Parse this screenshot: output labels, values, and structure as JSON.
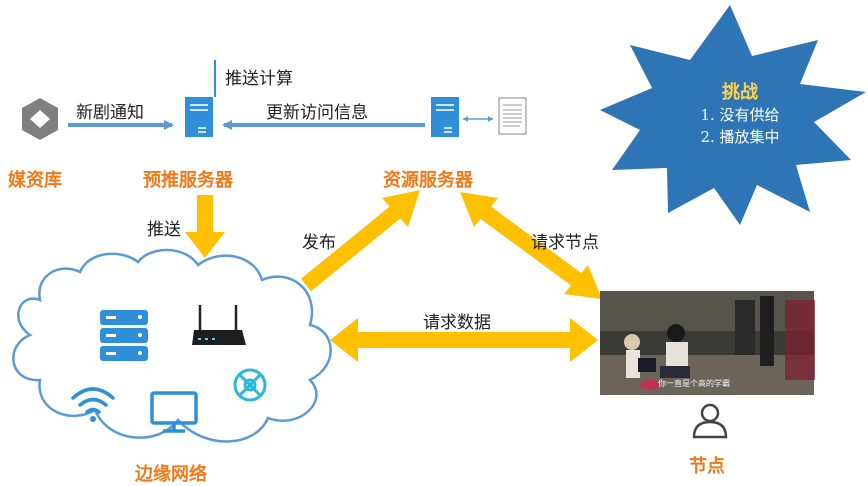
{
  "nodes": {
    "media_library": "媒资库",
    "prepush_server": "预推服务器",
    "resource_server": "资源服务器",
    "edge_network": "边缘网络",
    "node": "节点"
  },
  "edges": {
    "new_show_notify": "新剧通知",
    "push_compute": "推送计算",
    "update_access_info": "更新访问信息",
    "push": "推送",
    "publish": "发布",
    "request_node": "请求节点",
    "request_data": "请求数据"
  },
  "challenge": {
    "title": "挑战",
    "items": [
      "1. 没有供给",
      "2. 播放集中"
    ]
  },
  "video": {
    "subtitle": "你一直是个高的学霸"
  },
  "colors": {
    "orange": "#f07a1a",
    "arrow_blue": "#5b9bd5",
    "arrow_yellow": "#ffc000",
    "star_blue": "#2e75b6",
    "icon_blue": "#2f8fd8"
  }
}
